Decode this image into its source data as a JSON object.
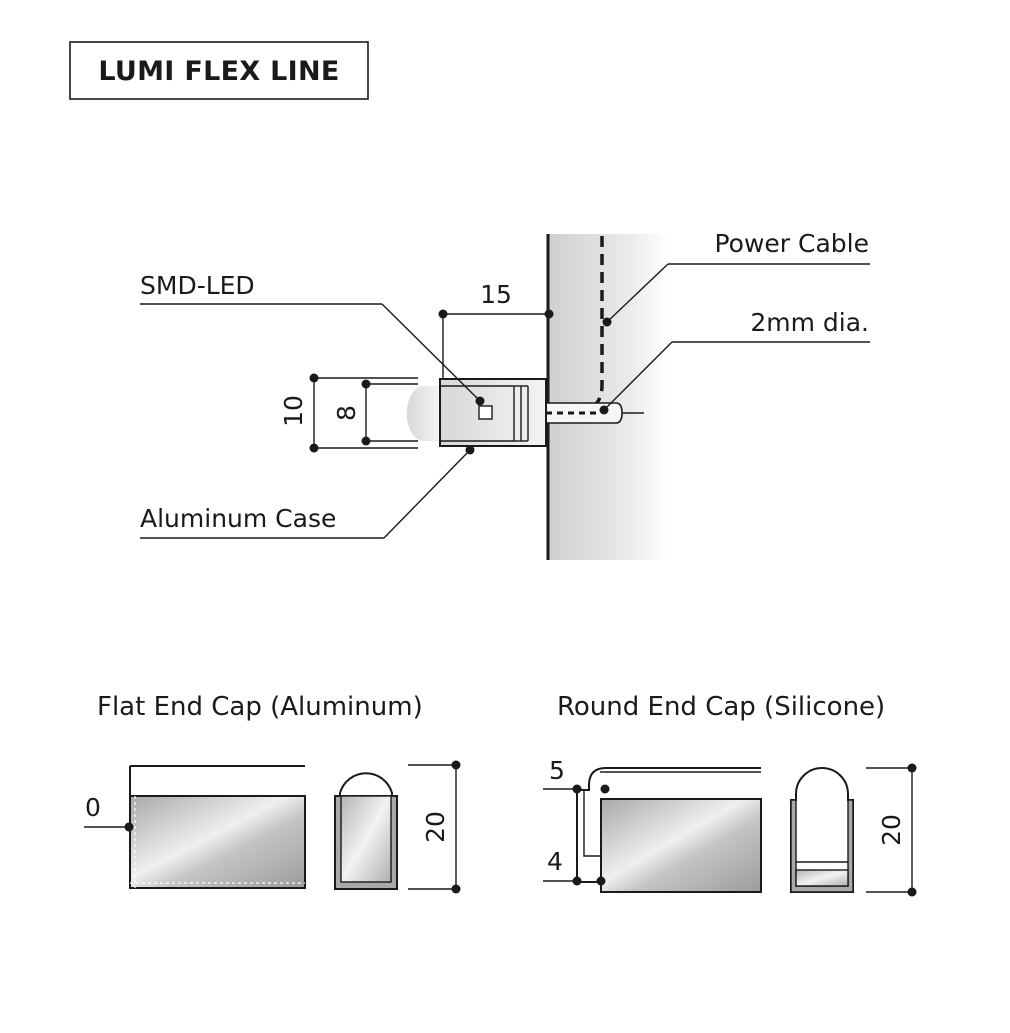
{
  "title": "LUMI FLEX LINE",
  "callouts": {
    "power_cable": "Power Cable",
    "mm_dia": "2mm dia.",
    "smd_led": "SMD-LED",
    "aluminum_case": "Aluminum Case"
  },
  "dimensions": {
    "width": "15",
    "outer_height": "10",
    "inner_height": "8"
  },
  "flat_cap": {
    "heading": "Flat End Cap (Aluminum)",
    "offset": "0",
    "height": "20"
  },
  "round_cap": {
    "heading": "Round End Cap (Silicone)",
    "top_offset": "5",
    "bottom_offset": "4",
    "height": "20"
  },
  "colors": {
    "line": "#1a1a1a",
    "wall_shade": "#d4d4d4",
    "metal_dark": "#9a9a9a",
    "metal_light": "#f0f0f0"
  }
}
